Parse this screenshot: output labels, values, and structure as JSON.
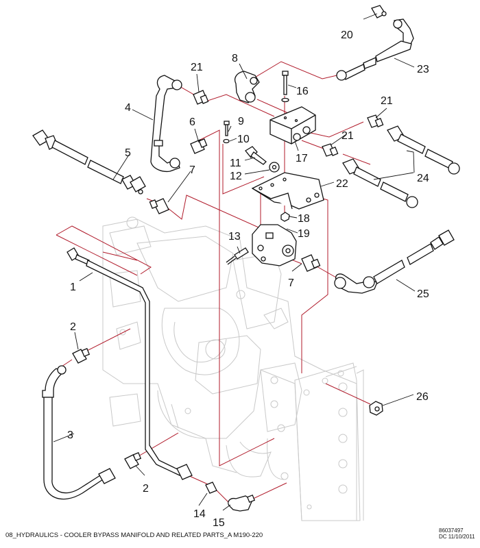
{
  "diagram": {
    "title": "08_HYDRAULICS - COOLER BYPASS MANIFOLD AND RELATED PARTS_A M190-220",
    "document_number": "86037497",
    "date_code": "DC 11/10/2011",
    "colors": {
      "reference_lines": "#b01a2a",
      "parts": "#111111",
      "background_assembly": "#c8c8c8"
    },
    "callouts": [
      {
        "id": "c1",
        "label": "1"
      },
      {
        "id": "c2a",
        "label": "2"
      },
      {
        "id": "c2b",
        "label": "2"
      },
      {
        "id": "c3",
        "label": "3"
      },
      {
        "id": "c4",
        "label": "4"
      },
      {
        "id": "c5",
        "label": "5"
      },
      {
        "id": "c6",
        "label": "6"
      },
      {
        "id": "c7a",
        "label": "7"
      },
      {
        "id": "c7b",
        "label": "7"
      },
      {
        "id": "c8",
        "label": "8"
      },
      {
        "id": "c9",
        "label": "9"
      },
      {
        "id": "c10",
        "label": "10"
      },
      {
        "id": "c11",
        "label": "11"
      },
      {
        "id": "c12",
        "label": "12"
      },
      {
        "id": "c13",
        "label": "13"
      },
      {
        "id": "c14",
        "label": "14"
      },
      {
        "id": "c15",
        "label": "15"
      },
      {
        "id": "c16",
        "label": "16"
      },
      {
        "id": "c17",
        "label": "17"
      },
      {
        "id": "c18",
        "label": "18"
      },
      {
        "id": "c19",
        "label": "19"
      },
      {
        "id": "c20",
        "label": "20"
      },
      {
        "id": "c21a",
        "label": "21"
      },
      {
        "id": "c21b",
        "label": "21"
      },
      {
        "id": "c21c",
        "label": "21"
      },
      {
        "id": "c22",
        "label": "22"
      },
      {
        "id": "c23",
        "label": "23"
      },
      {
        "id": "c24",
        "label": "24"
      },
      {
        "id": "c25",
        "label": "25"
      },
      {
        "id": "c26",
        "label": "26"
      }
    ]
  }
}
